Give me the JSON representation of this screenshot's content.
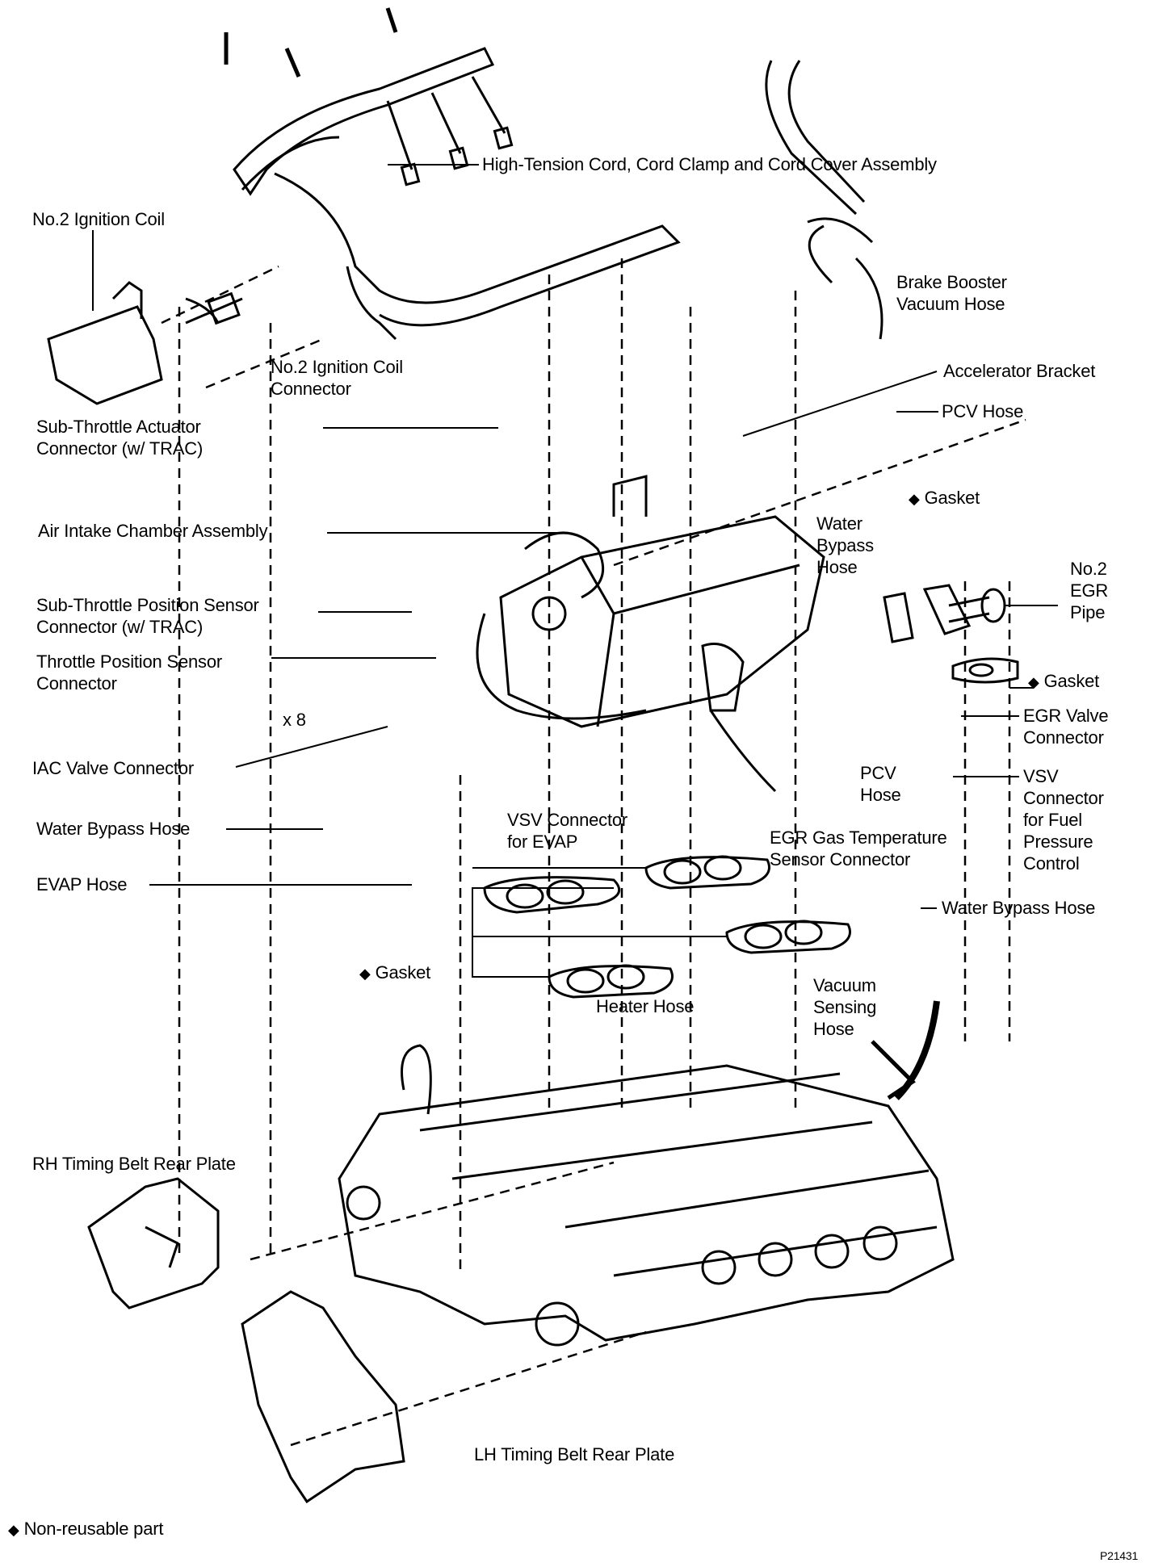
{
  "diagram": {
    "figure_id": "P21431",
    "legend": {
      "symbol": "◆",
      "text": "Non-reusable part"
    },
    "labels": {
      "high_tension": "High-Tension Cord, Cord Clamp and Cord Cover Assembly",
      "ignition_coil": "No.2 Ignition Coil",
      "brake_booster": [
        "Brake Booster",
        "Vacuum Hose"
      ],
      "ignition_coil_connector": [
        "No.2 Ignition Coil",
        "Connector"
      ],
      "accelerator_bracket": "Accelerator Bracket",
      "pcv_hose_top": "PCV Hose",
      "sub_throttle_actuator": [
        "Sub-Throttle Actuator",
        "Connector (w/ TRAC)"
      ],
      "gasket_top": "Gasket",
      "water_bypass_upper": [
        "Water",
        "Bypass",
        "Hose"
      ],
      "air_intake": "Air Intake Chamber Assembly",
      "egr_pipe": [
        "No.2",
        "EGR",
        "Pipe"
      ],
      "sub_throttle_position": [
        "Sub-Throttle Position Sensor",
        "Connector (w/ TRAC)"
      ],
      "throttle_position": [
        "Throttle Position Sensor",
        "Connector"
      ],
      "gasket_right": "Gasket",
      "nut_count": "x 8",
      "egr_valve_connector": [
        "EGR Valve",
        "Connector"
      ],
      "iac_valve": "IAC Valve Connector",
      "vsv_fuel": [
        "VSV",
        "Connector",
        "for Fuel",
        "Pressure",
        "Control"
      ],
      "pcv_hose_mid": [
        "PCV",
        "Hose"
      ],
      "water_bypass_left": "Water Bypass Hose",
      "vsv_evap": [
        "VSV Connector",
        "for EVAP"
      ],
      "egr_gas_temp": [
        "EGR Gas Temperature",
        "Sensor Connector"
      ],
      "evap_hose": "EVAP Hose",
      "water_bypass_right": "Water Bypass Hose",
      "gasket_left": "Gasket",
      "heater_hose": "Heater Hose",
      "vacuum_sensing": [
        "Vacuum",
        "Sensing",
        "Hose"
      ],
      "rh_plate": "RH Timing Belt Rear Plate",
      "lh_plate": "LH Timing Belt Rear Plate"
    }
  }
}
